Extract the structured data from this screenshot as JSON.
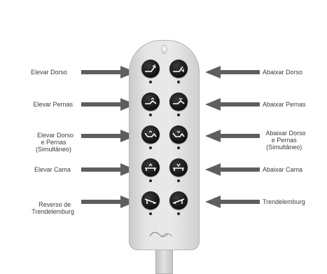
{
  "left_labels": [
    "Elevar Dorso",
    "Elevar Pernas",
    "Elevar Dorso\ne Pernas\n(Simultâneo)",
    "Elevar Cama",
    "Reverso de\nTrendelemburg"
  ],
  "right_labels": [
    "Abaixar Dorso",
    "Abaixar Pernas",
    "Abaixar Dorso\ne Pernas\n(Simultâneo)",
    "Abaixar Cama",
    "Trendelemburg"
  ],
  "icons": {
    "left": [
      "back-raise-icon",
      "legs-raise-icon",
      "back-legs-raise-icon",
      "bed-raise-icon",
      "reverse-trendelenburg-icon"
    ],
    "right": [
      "back-lower-icon",
      "legs-lower-icon",
      "back-legs-lower-icon",
      "bed-lower-icon",
      "trendelenburg-icon"
    ]
  },
  "colors": {
    "arrow": "#5e5e5e",
    "button": "#111111",
    "remote_body": "#e3e3e3",
    "label_text": "#3a3a3a"
  }
}
